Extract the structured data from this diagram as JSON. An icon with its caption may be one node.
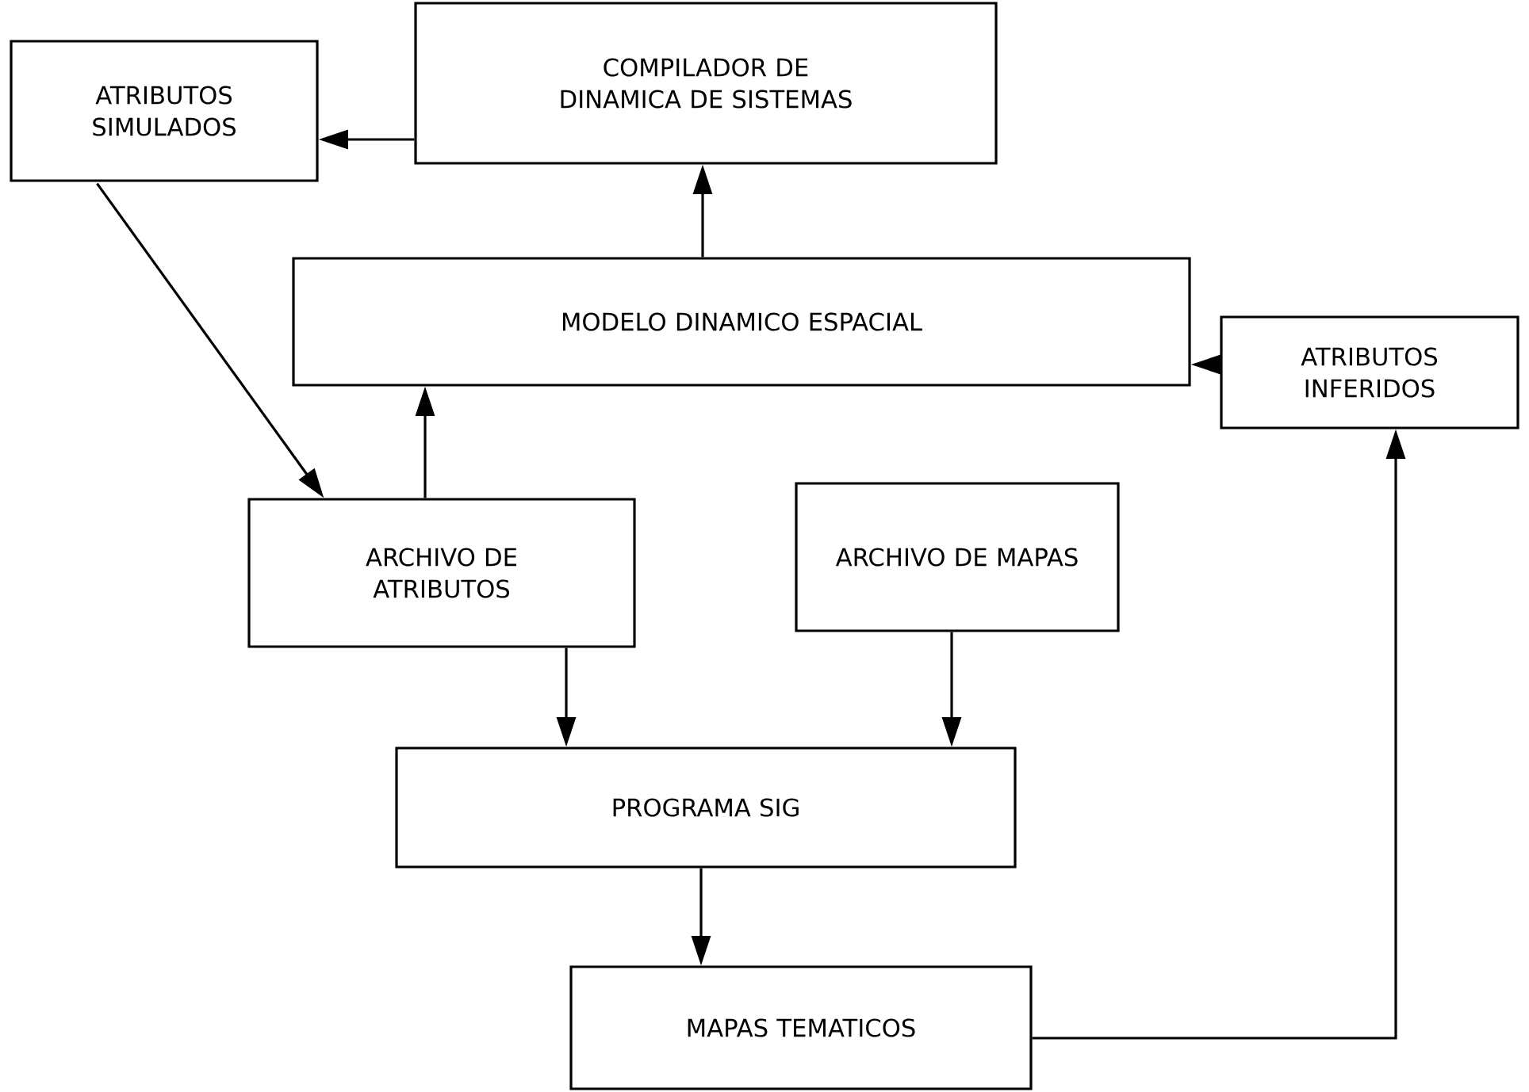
{
  "diagram": {
    "nodes": [
      {
        "text": [
          "COMPILADOR DE DINAMICA DE SISTEMAS"
        ]
      },
      {
        "text": [
          "ATRIBUTOS SIMULADOS"
        ]
      },
      {
        "text": [
          "MODELO DINAMICO ESPACIAL"
        ]
      },
      {
        "text": [
          "ATRIBUTOS INFERIDOS"
        ]
      },
      {
        "text": [
          "ARCHIVO DE ATRIBUTOS"
        ]
      },
      {
        "text": [
          "ARCHIVO DE MAPAS"
        ]
      },
      {
        "text": [
          "PROGRAMA SIG"
        ]
      },
      {
        "text": [
          "MAPAS TEMATICOS"
        ]
      }
    ],
    "edges": [
      {
        "from": 0,
        "to": 1,
        "arrow": "to"
      },
      {
        "from": 2,
        "to": 0,
        "arrow": "to"
      },
      {
        "from": 3,
        "to": 2,
        "arrow": "to"
      },
      {
        "from": 1,
        "to": 4,
        "arrow": "to"
      },
      {
        "from": 4,
        "to": 2,
        "arrow": "to"
      },
      {
        "from": 4,
        "to": 6,
        "arrow": "to"
      },
      {
        "from": 5,
        "to": 6,
        "arrow": "to"
      },
      {
        "from": 6,
        "to": 7,
        "arrow": "to"
      },
      {
        "from": 7,
        "to": 3,
        "arrow": "to"
      }
    ]
  }
}
